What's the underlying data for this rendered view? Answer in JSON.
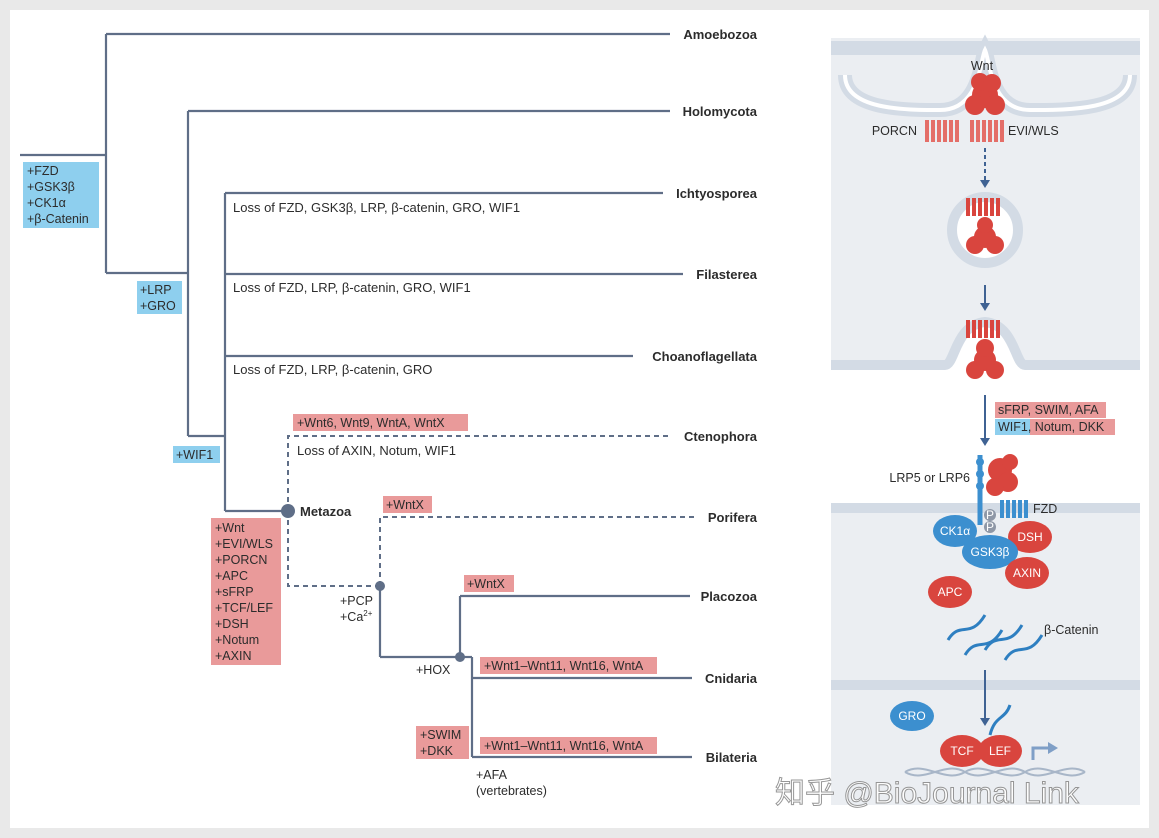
{
  "colors": {
    "branch": "#5f6e87",
    "gain_blue": "#8ecfee",
    "gain_red": "#e99a9a",
    "protein_red": "#d9453e",
    "protein_blue": "#3c8fcf",
    "membrane": "#dfe5ec"
  },
  "taxa": {
    "amoebozoa": "Amoebozoa",
    "holomycota": "Holomycota",
    "ichthyosporea": "Ichtyosporea",
    "filasterea": "Filasterea",
    "choanoflagellata": "Choanoflagellata",
    "ctenophora": "Ctenophora",
    "porifera": "Porifera",
    "placozoa": "Placozoa",
    "cnidaria": "Cnidaria",
    "bilateria": "Bilateria"
  },
  "nodes": {
    "metazoa": "Metazoa",
    "pcp": "+PCP",
    "ca": "+Ca",
    "ca_sup": "2+",
    "hox": "+HOX",
    "afa": "+AFA",
    "vertebrates": "(vertebrates)"
  },
  "losses": {
    "ichthyosporea": "Loss of FZD, GSK3β, LRP, β-catenin, GRO, WIF1",
    "filasterea": "Loss of FZD, LRP, β-catenin, GRO, WIF1",
    "choanoflagellata": "Loss of FZD, LRP, β-catenin, GRO",
    "ctenophora": "Loss of AXIN, Notum, WIF1"
  },
  "gains": {
    "root": [
      "+FZD",
      "+GSK3β",
      "+CK1α",
      "+β-Catenin"
    ],
    "lrp": [
      "+LRP",
      "+GRO"
    ],
    "wif1": "+WIF1",
    "metazoa": [
      "+Wnt",
      "+EVI/WLS",
      "+PORCN",
      "+APC",
      "+sFRP",
      "+TCF/LEF",
      "+DSH",
      "+Notum",
      "+AXIN"
    ],
    "ctenophora": "+Wnt6, Wnt9, WntA, WntX",
    "porifera": "+WntX",
    "placozoa": "+WntX",
    "cnidaria": "+Wnt1–Wnt11, Wnt16, WntA",
    "bilateria_swim": [
      "+SWIM",
      "+DKK"
    ],
    "bilateria": "+Wnt1–Wnt11, Wnt16, WntA"
  },
  "pathway": {
    "wnt": "Wnt",
    "porcn": "PORCN",
    "evi": "EVI/WLS",
    "inhibitors_line1": "sFRP, SWIM, AFA",
    "inhibitors_wif1": "WIF1",
    "inhibitors_rest": ", Notum, DKK",
    "lrp": "LRP5 or LRP6",
    "fzd": "FZD",
    "p": "P",
    "ck1a": "CK1α",
    "gsk3b": "GSK3β",
    "dsh": "DSH",
    "axin": "AXIN",
    "apc": "APC",
    "bcatenin": "β-Catenin",
    "gro": "GRO",
    "tcf": "TCF",
    "lef": "LEF"
  },
  "watermark": "知乎 @BioJournal Link"
}
